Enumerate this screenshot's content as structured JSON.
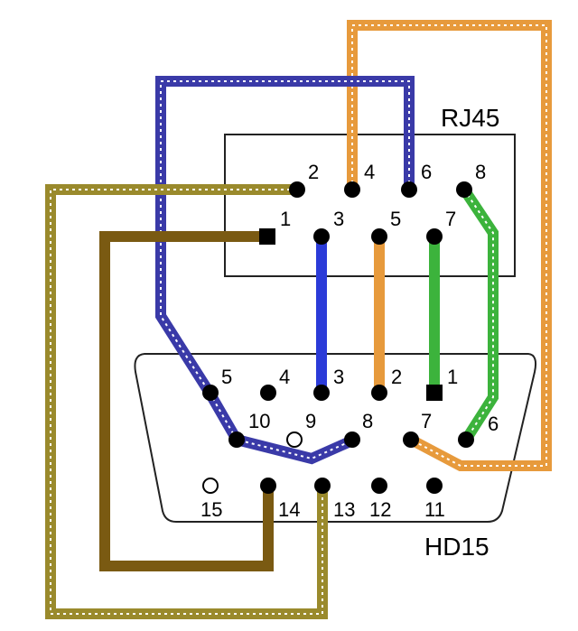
{
  "labels": {
    "rj45_title": "RJ45",
    "hd15_title": "HD15",
    "rj45_pins": [
      "1",
      "2",
      "3",
      "4",
      "5",
      "6",
      "7",
      "8"
    ],
    "hd15_pins": [
      "1",
      "2",
      "3",
      "4",
      "5",
      "6",
      "7",
      "8",
      "9",
      "10",
      "11",
      "12",
      "13",
      "14",
      "15"
    ]
  },
  "colors": {
    "blue": "#3a3aa8",
    "blue_solid": "#2b3bd8",
    "orange": "#e79a3c",
    "green": "#3cb33c",
    "brown": "#7a5a12",
    "olive": "#9a8a2c"
  },
  "connections": [
    {
      "rj45": "1",
      "hd15": "14",
      "color": "brown",
      "style": "solid"
    },
    {
      "rj45": "2",
      "hd15": "13",
      "color": "olive",
      "style": "striped"
    },
    {
      "rj45": "3",
      "hd15": "3",
      "color": "blue_solid",
      "style": "solid"
    },
    {
      "rj45": "4",
      "hd15": "7",
      "color": "orange",
      "style": "striped"
    },
    {
      "rj45": "5",
      "hd15": "2",
      "color": "orange",
      "style": "solid"
    },
    {
      "rj45": "6",
      "hd15": "5",
      "color": "blue",
      "style": "striped"
    },
    {
      "rj45": "7",
      "hd15": "1",
      "color": "green",
      "style": "solid"
    },
    {
      "rj45": "8",
      "hd15": "6",
      "color": "green",
      "style": "striped"
    },
    {
      "rj45": "",
      "hd15": "8",
      "color": "blue",
      "style": "striped"
    }
  ]
}
